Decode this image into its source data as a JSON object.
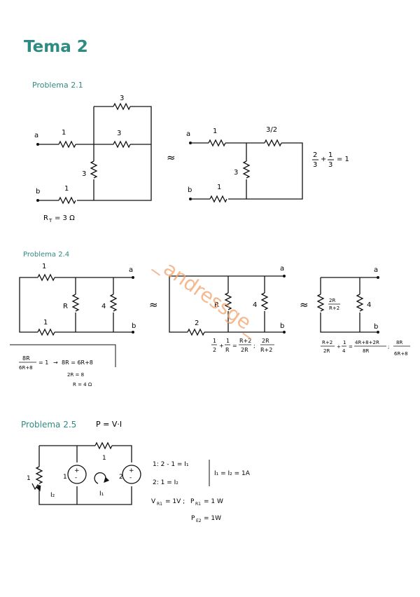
{
  "title": "Tema 2",
  "watermark": "_andressge_",
  "colors": {
    "teal": "#2e8b82",
    "ink": "#111111",
    "watermark": "#f1a26a"
  },
  "p21": {
    "heading": "Problema 2.1",
    "node_a": "a",
    "node_b": "b",
    "c1": {
      "r_top": "3",
      "r_mid": "3",
      "r_a": "1",
      "r_b": "1",
      "r_vert": "3"
    },
    "equiv": "≈",
    "c2": {
      "r_a": "1",
      "r_half": "3/2",
      "r_vert": "3",
      "r_b": "1"
    },
    "calc": {
      "n1": "2",
      "d1": "3",
      "plus": "+",
      "n2": "1",
      "d2": "3",
      "result": "= 1"
    },
    "rt": "R",
    "rt_sub": "T",
    "rt_val": "= 3 Ω"
  },
  "p24": {
    "heading": "Problema 2.4",
    "node_a": "a",
    "node_b": "b",
    "c1": {
      "r_top": "1",
      "r_bot": "1",
      "r_r": "R",
      "r_4": "4"
    },
    "equiv1": "≈",
    "c2": {
      "r_bot": "2",
      "r_r": "R",
      "r_4": "4"
    },
    "equiv2": "≈",
    "c3": {
      "r_par_n": "2R",
      "r_par_d": "R+2",
      "r_4": "4"
    },
    "eq_left": {
      "n": "8R",
      "d": "6R+8",
      "rhs": "= 1",
      "arrow": "→",
      "l1": "8R = 6R+8",
      "l2": "2R = 8",
      "l3": "R = 4 Ω"
    },
    "eq_mid": {
      "n1": "1",
      "d1": "2",
      "n2": "1",
      "d2": "R",
      "n3": "R+2",
      "d3": "2R",
      "n4": "2R",
      "d4": "R+2"
    },
    "eq_right": {
      "n1": "R+2",
      "d1": "2R",
      "n2": "1",
      "d2": "4",
      "n3": "4R+8+2R",
      "d3": "8R",
      "n4": "8R",
      "d4": "6R+8"
    }
  },
  "p25": {
    "heading": "Problema 2.5",
    "formula": "P = V·I",
    "r_top": "1",
    "r_left": "1",
    "src1": "1",
    "src2": "2",
    "i2": "I₂",
    "i1": "I₁",
    "eq1": "1: 2 - 1 = I₁",
    "eq2": "2: 1 = I₂",
    "result": "I₁ = I₂ = 1A",
    "v": "V",
    "v_sub": "R1",
    "v_val": "= 1V ;",
    "p1": "P",
    "p1_sub": "R1",
    "p1_val": "= 1 W",
    "p2": "P",
    "p2_sub": "E2",
    "p2_val": "= 1W"
  }
}
